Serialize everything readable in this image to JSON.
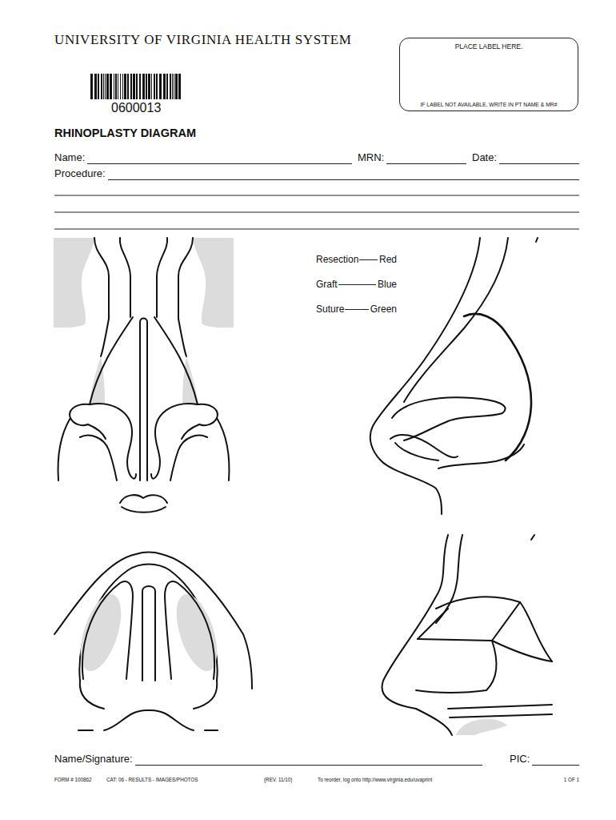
{
  "diagram": {
    "title": "RHINOPLASTY DIAGRAM",
    "nodes": [
      {
        "text": [
          "PLACE LABEL HERE.",
          "IF LABEL NOT AVAILABLE, WRITE IN PT NAME & MR#"
        ]
      }
    ],
    "labels": [
      "UNIVERSITY OF VIRGINIA HEALTH SYSTEM",
      "0600013",
      "Name:",
      "MRN:",
      "Date:",
      "Procedure:",
      "Red",
      "Blue",
      "Green",
      "Name/Signature:",
      "PIC:",
      "FORM # 100862",
      "CAT: 06 - RESULTS - IMAGES/PHOTOS",
      "(REV. 11/10)",
      "To reorder, log onto http://www.virginia.edu/uvaprint",
      "1 OF 1"
    ],
    "legend": [
      {
        "text": "Resection"
      },
      {
        "text": "Graft"
      },
      {
        "text": "Suture"
      }
    ]
  }
}
